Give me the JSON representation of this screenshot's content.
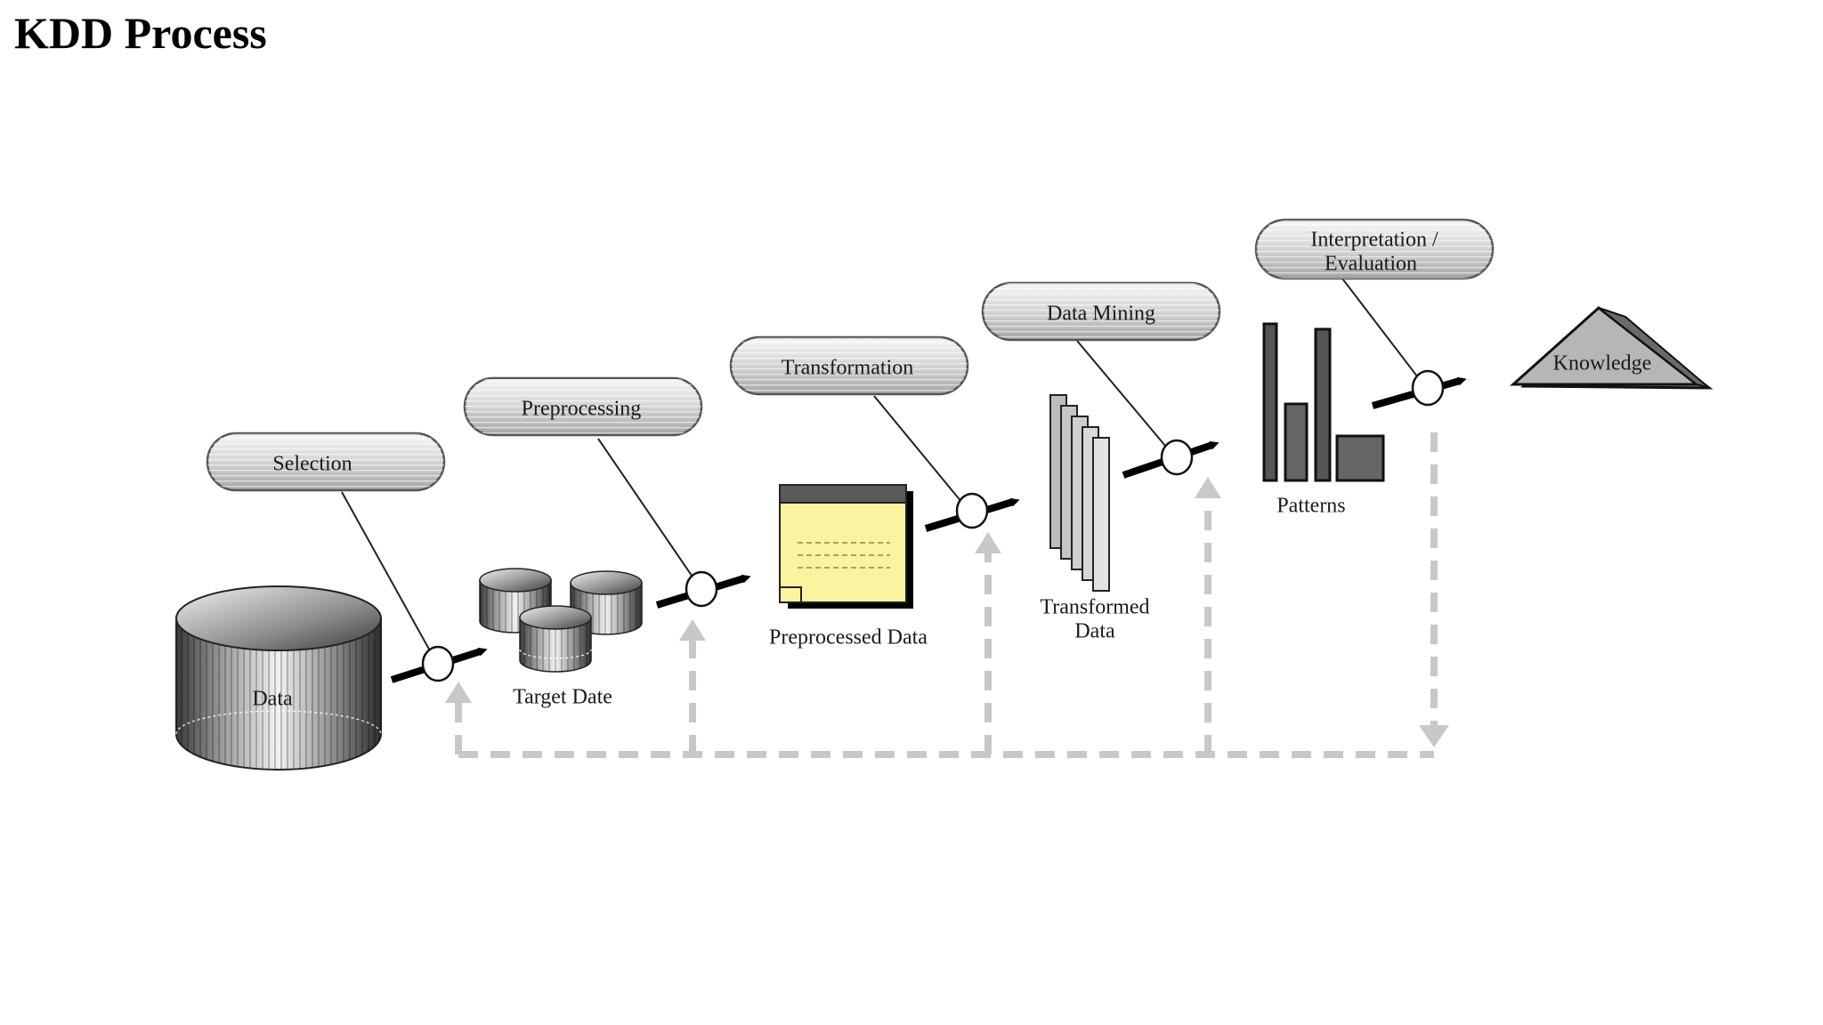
{
  "title": "KDD Process",
  "steps": {
    "selection": "Selection",
    "preprocessing": "Preprocessing",
    "transformation": "Transformation",
    "data_mining": "Data Mining",
    "interpretation_line1": "Interpretation /",
    "interpretation_line2": "Evaluation"
  },
  "artifacts": {
    "data": "Data",
    "target_data": "Target Date",
    "preprocessed_data": "Preprocessed Data",
    "transformed_data_line1": "Transformed",
    "transformed_data_line2": "Data",
    "patterns": "Patterns",
    "knowledge": "Knowledge"
  },
  "colors": {
    "note_fill": "#fbf3a0",
    "feedback": "#c8c8c8",
    "arrow": "#000000"
  }
}
